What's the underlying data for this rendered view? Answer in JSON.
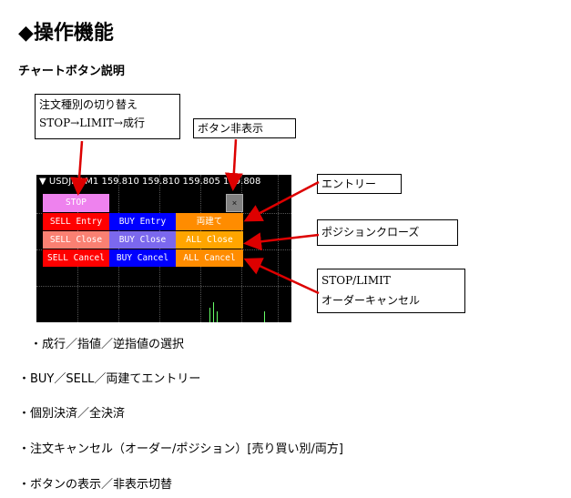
{
  "title": "◆操作機能",
  "subtitle": "チャートボタン説明",
  "chart": {
    "header": "USDJPY,M1  159.810 159.810 159.805 159.808",
    "buttons": {
      "stop": "STOP",
      "close_x": "×",
      "sell_entry": "SELL Entry",
      "buy_entry": "BUY Entry",
      "both_entry": "両建て",
      "sell_close": "SELL Close",
      "buy_close": "BUY Close",
      "all_close": "ALL Close",
      "sell_cancel": "SELL Cancel",
      "buy_cancel": "BUY Cancel",
      "all_cancel": "ALL Cancel"
    },
    "colors": {
      "stop": "#ee82ee",
      "sell": "#ff0000",
      "buy": "#0000ff",
      "both": "#ff8c00",
      "sell_close": "#fa8072",
      "buy_close": "#7b68ee",
      "all_close": "#ffa500",
      "close_x": "#808080"
    }
  },
  "callouts": {
    "order_type": [
      "注文種別の切り替え",
      "STOP→LIMIT→成行"
    ],
    "hide": "ボタン非表示",
    "entry": "エントリー",
    "close": "ポジションクローズ",
    "cancel": [
      "STOP/LIMIT",
      "オーダーキャンセル"
    ]
  },
  "bullets": [
    "　・成行／指値／逆指値の選択",
    "・BUY／SELL／両建てエントリー",
    "・個別決済／全決済",
    "・注文キャンセル（オーダー/ポジション）[売り買い別/両方]",
    "・ボタンの表示／非表示切替"
  ]
}
